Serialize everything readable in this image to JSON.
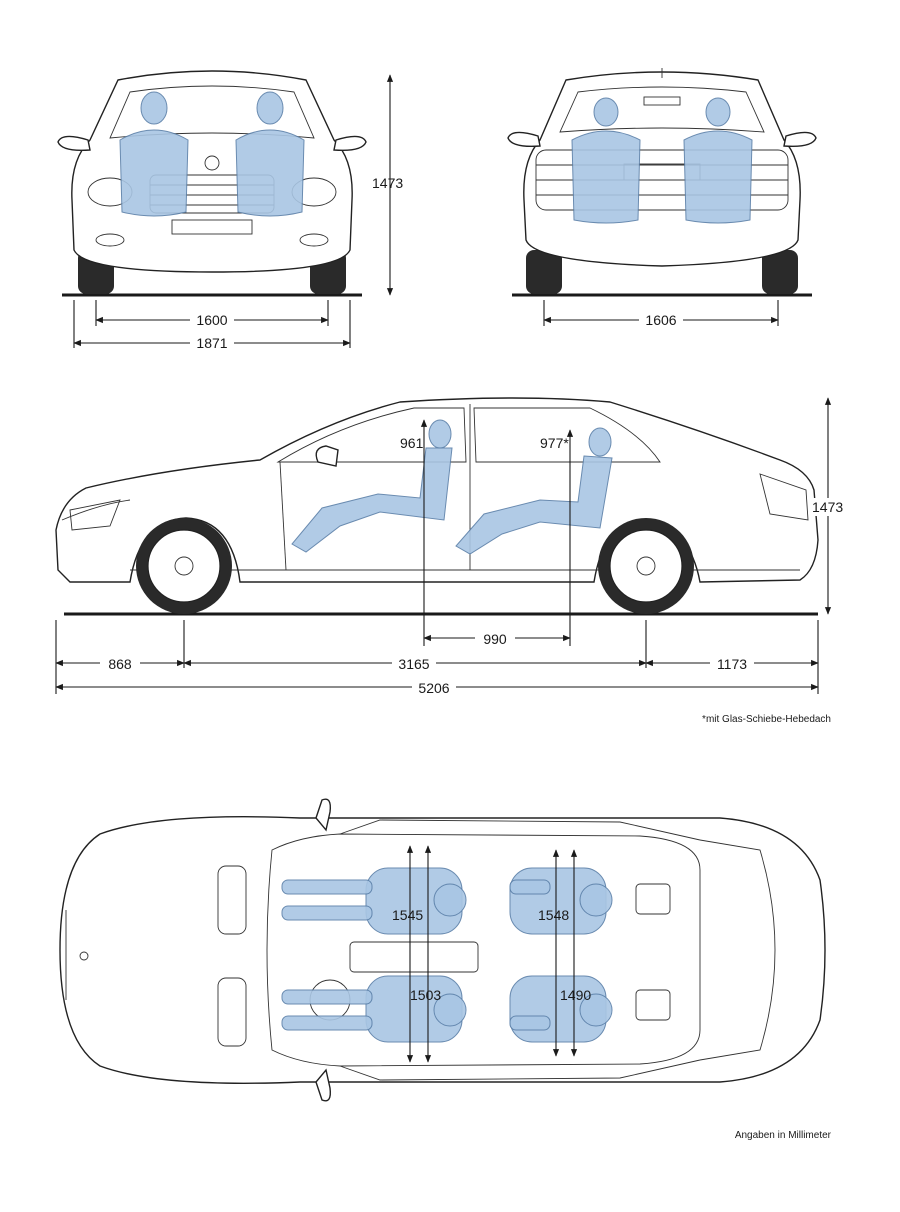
{
  "dimensions": {
    "front_height": "1473",
    "front_track": "1600",
    "overall_width": "1871",
    "rear_track": "1606",
    "side_height": "1473",
    "front_headroom": "961",
    "rear_headroom": "977*",
    "seat_spacing": "990",
    "front_overhang": "868",
    "wheelbase": "3165",
    "rear_overhang": "1173",
    "overall_length": "5206",
    "front_shoulder_width": "1545",
    "rear_shoulder_width": "1548",
    "front_elbow_width": "1503",
    "rear_elbow_width": "1490"
  },
  "notes": {
    "footnote": "*mit Glas-Schiebe-Hebedach",
    "units": "Angaben in Millimeter"
  },
  "colors": {
    "occupant": "#a9c6e4",
    "line": "#1a1a1a"
  }
}
